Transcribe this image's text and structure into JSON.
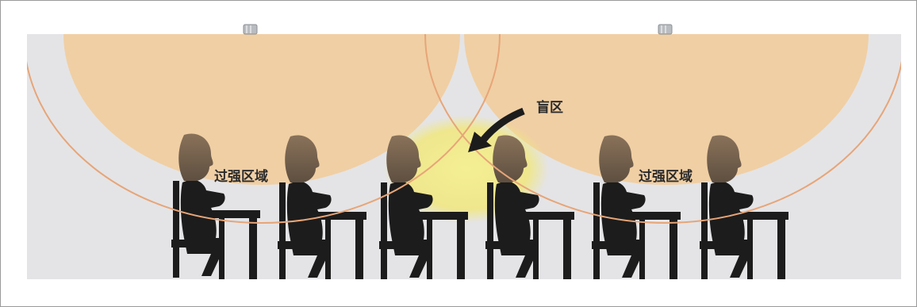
{
  "labels": {
    "blind_zone": "盲区",
    "strong_zone_left": "过强区域",
    "strong_zone_right": "过强区域"
  },
  "colors": {
    "background": "#e4e4e6",
    "light_cone": "#f0cfa4",
    "cone_outline": "#e7a578",
    "blind_highlight": "#f2ea8a",
    "silhouette": "#1c1c1c",
    "head_tone": "#7e6a55",
    "arrow": "#1c1c1c"
  },
  "icons": {
    "light_fixture_left": "ceiling-light-icon",
    "light_fixture_right": "ceiling-light-icon",
    "arrow": "curved-arrow-icon"
  },
  "figures": [
    "seated-person",
    "seated-person",
    "seated-person",
    "seated-person",
    "seated-person",
    "seated-person"
  ]
}
